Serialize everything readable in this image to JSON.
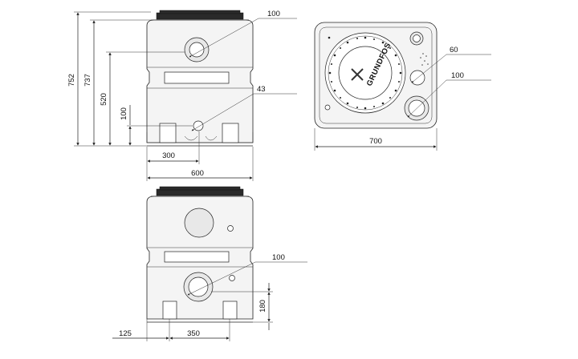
{
  "dimensions": {
    "front": {
      "height_total": "752",
      "height_inlet": "737",
      "height_mid": "520",
      "height_low": "100",
      "width_300": "300",
      "width_600": "600",
      "callout_100": "100",
      "callout_43": "43"
    },
    "top": {
      "callout_60": "60",
      "callout_100": "100",
      "width_700": "700"
    },
    "side": {
      "callout_100": "100",
      "height_180": "180",
      "offset_125": "125",
      "width_350": "350"
    }
  },
  "logo": {
    "text": "GRUNDFOS"
  }
}
